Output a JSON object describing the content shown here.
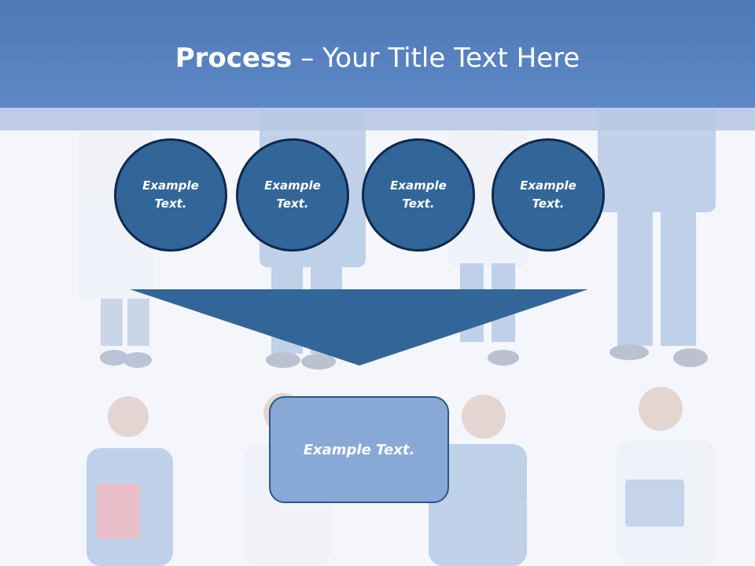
{
  "slide": {
    "title_bold": "Process",
    "title_rest": " – Your Title Text Here",
    "circles": [
      {
        "line1": "Example",
        "line2": "Text."
      },
      {
        "line1": "Example",
        "line2": "Text."
      },
      {
        "line1": "Example",
        "line2": "Text."
      },
      {
        "line1": "Example",
        "line2": "Text."
      }
    ],
    "result_text": "Example Text."
  },
  "colors": {
    "header": "#5b86c4",
    "circle_fill": "#326699",
    "circle_border": "#0f2a4e",
    "arrow_fill": "#326699",
    "result_fill": "#88a9d6",
    "result_border": "#2d5587"
  }
}
